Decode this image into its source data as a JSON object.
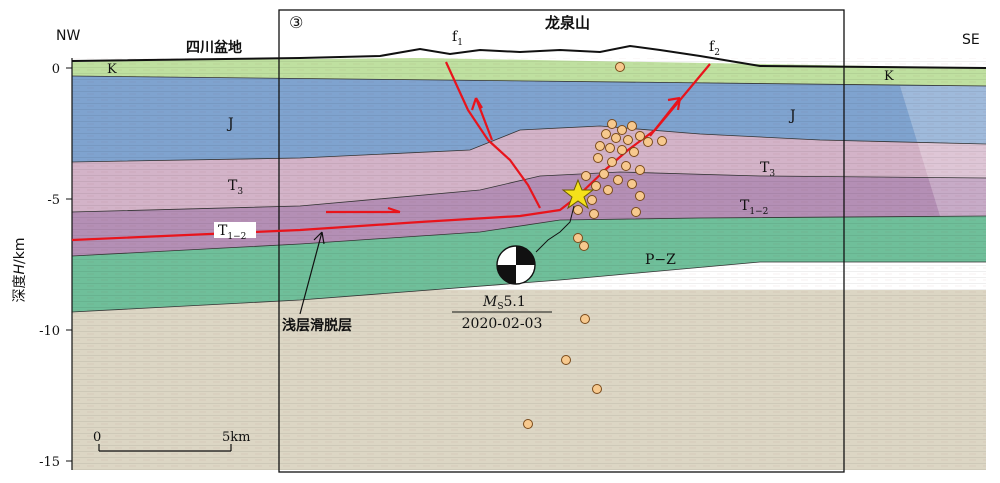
{
  "compass": {
    "left": "NW",
    "right": "SE"
  },
  "mountain": "龙泉山",
  "basin": "四川盆地",
  "panel_tag": "③",
  "y_axis": {
    "label_prefix": "深度",
    "label_var": "H",
    "label_unit": "/km",
    "ticks": [
      "0",
      "-5",
      "-10",
      "-15"
    ]
  },
  "faults": {
    "f1": {
      "base": "f",
      "sub": "1"
    },
    "f2": {
      "base": "f",
      "sub": "2"
    }
  },
  "units": {
    "K_left": "K",
    "K_right": "K",
    "J_left": "J",
    "J_right": "J",
    "T3_left": {
      "base": "T",
      "sub": "3"
    },
    "T3_right": {
      "base": "T",
      "sub": "3"
    },
    "T12_left": {
      "base": "T",
      "sub": "1−2"
    },
    "T12_right": {
      "base": "T",
      "sub": "1−2"
    },
    "PZ": "P−Z"
  },
  "annotations": {
    "detachment": "浅层滑脱层",
    "event_mag_base": "M",
    "event_mag_sub": "S",
    "event_mag_value": "5.1",
    "event_date": "2020-02-03"
  },
  "scale_bar": {
    "start": "0",
    "end": "5km"
  },
  "colors": {
    "K": "#bfe0a0",
    "J": "#7fa3cf",
    "T3": "#d3b3c8",
    "T12": "#b48fb5",
    "PZ": "#6fbf9a",
    "basement": "#dcd6c4",
    "fault": "#e8141c",
    "aftershock": "#f7c98e",
    "epicenter": "#f5e11a"
  }
}
